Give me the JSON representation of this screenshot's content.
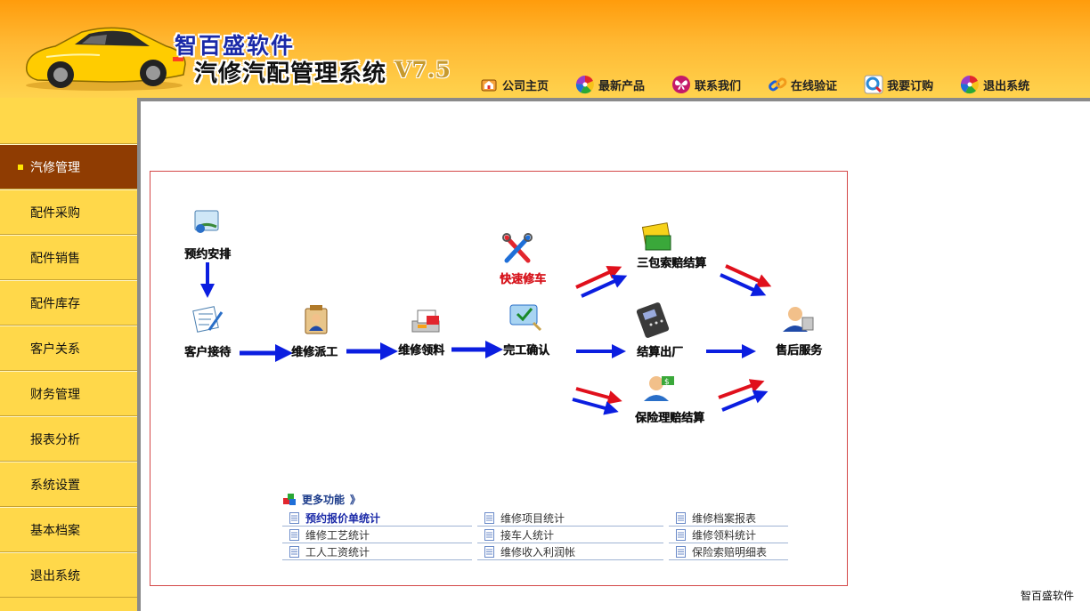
{
  "header": {
    "brand": "智百盛软件",
    "system_name": "汽修汽配管理系统",
    "version": "V7.5",
    "nav": [
      {
        "label": "公司主页",
        "icon": "home-icon"
      },
      {
        "label": "最新产品",
        "icon": "pinwheel-icon"
      },
      {
        "label": "联系我们",
        "icon": "butterfly-icon"
      },
      {
        "label": "在线验证",
        "icon": "chain-link-icon"
      },
      {
        "label": "我要订购",
        "icon": "search-icon"
      },
      {
        "label": "退出系统",
        "icon": "pinwheel-icon"
      }
    ]
  },
  "sidebar": {
    "items": [
      {
        "label": "汽修管理",
        "active": true
      },
      {
        "label": "配件采购"
      },
      {
        "label": "配件销售"
      },
      {
        "label": "配件库存"
      },
      {
        "label": "客户关系"
      },
      {
        "label": "财务管理"
      },
      {
        "label": "报表分析"
      },
      {
        "label": "系统设置"
      },
      {
        "label": "基本档案"
      },
      {
        "label": "退出系统"
      }
    ]
  },
  "flow": {
    "nodes": {
      "appointment": "预约安排",
      "reception": "客户接待",
      "dispatch": "维修派工",
      "materials": "维修领料",
      "quick_repair": "快速修车",
      "completion": "完工确认",
      "warranty": "三包索赔结算",
      "settlement": "结算出厂",
      "insurance": "保险理赔结算",
      "after_sales": "售后服务"
    }
  },
  "more": {
    "title": "更多功能",
    "arrow": "》",
    "links": [
      {
        "label": "预约报价单统计",
        "bold": true
      },
      {
        "label": "维修项目统计"
      },
      {
        "label": "维修档案报表"
      },
      {
        "label": "维修工艺统计"
      },
      {
        "label": "接车人统计"
      },
      {
        "label": "维修领料统计"
      },
      {
        "label": "工人工资统计"
      },
      {
        "label": "维修收入利润帐"
      },
      {
        "label": "保险索赔明细表"
      }
    ]
  },
  "footer": "智百盛软件",
  "colors": {
    "header_top": "#ff9c0c",
    "sidebar_bg": "#ffd84a",
    "active_item": "#8f3c02",
    "arrow_blue": "#0b1ee0",
    "arrow_red": "#e0101c",
    "panel_border": "#d44848"
  }
}
